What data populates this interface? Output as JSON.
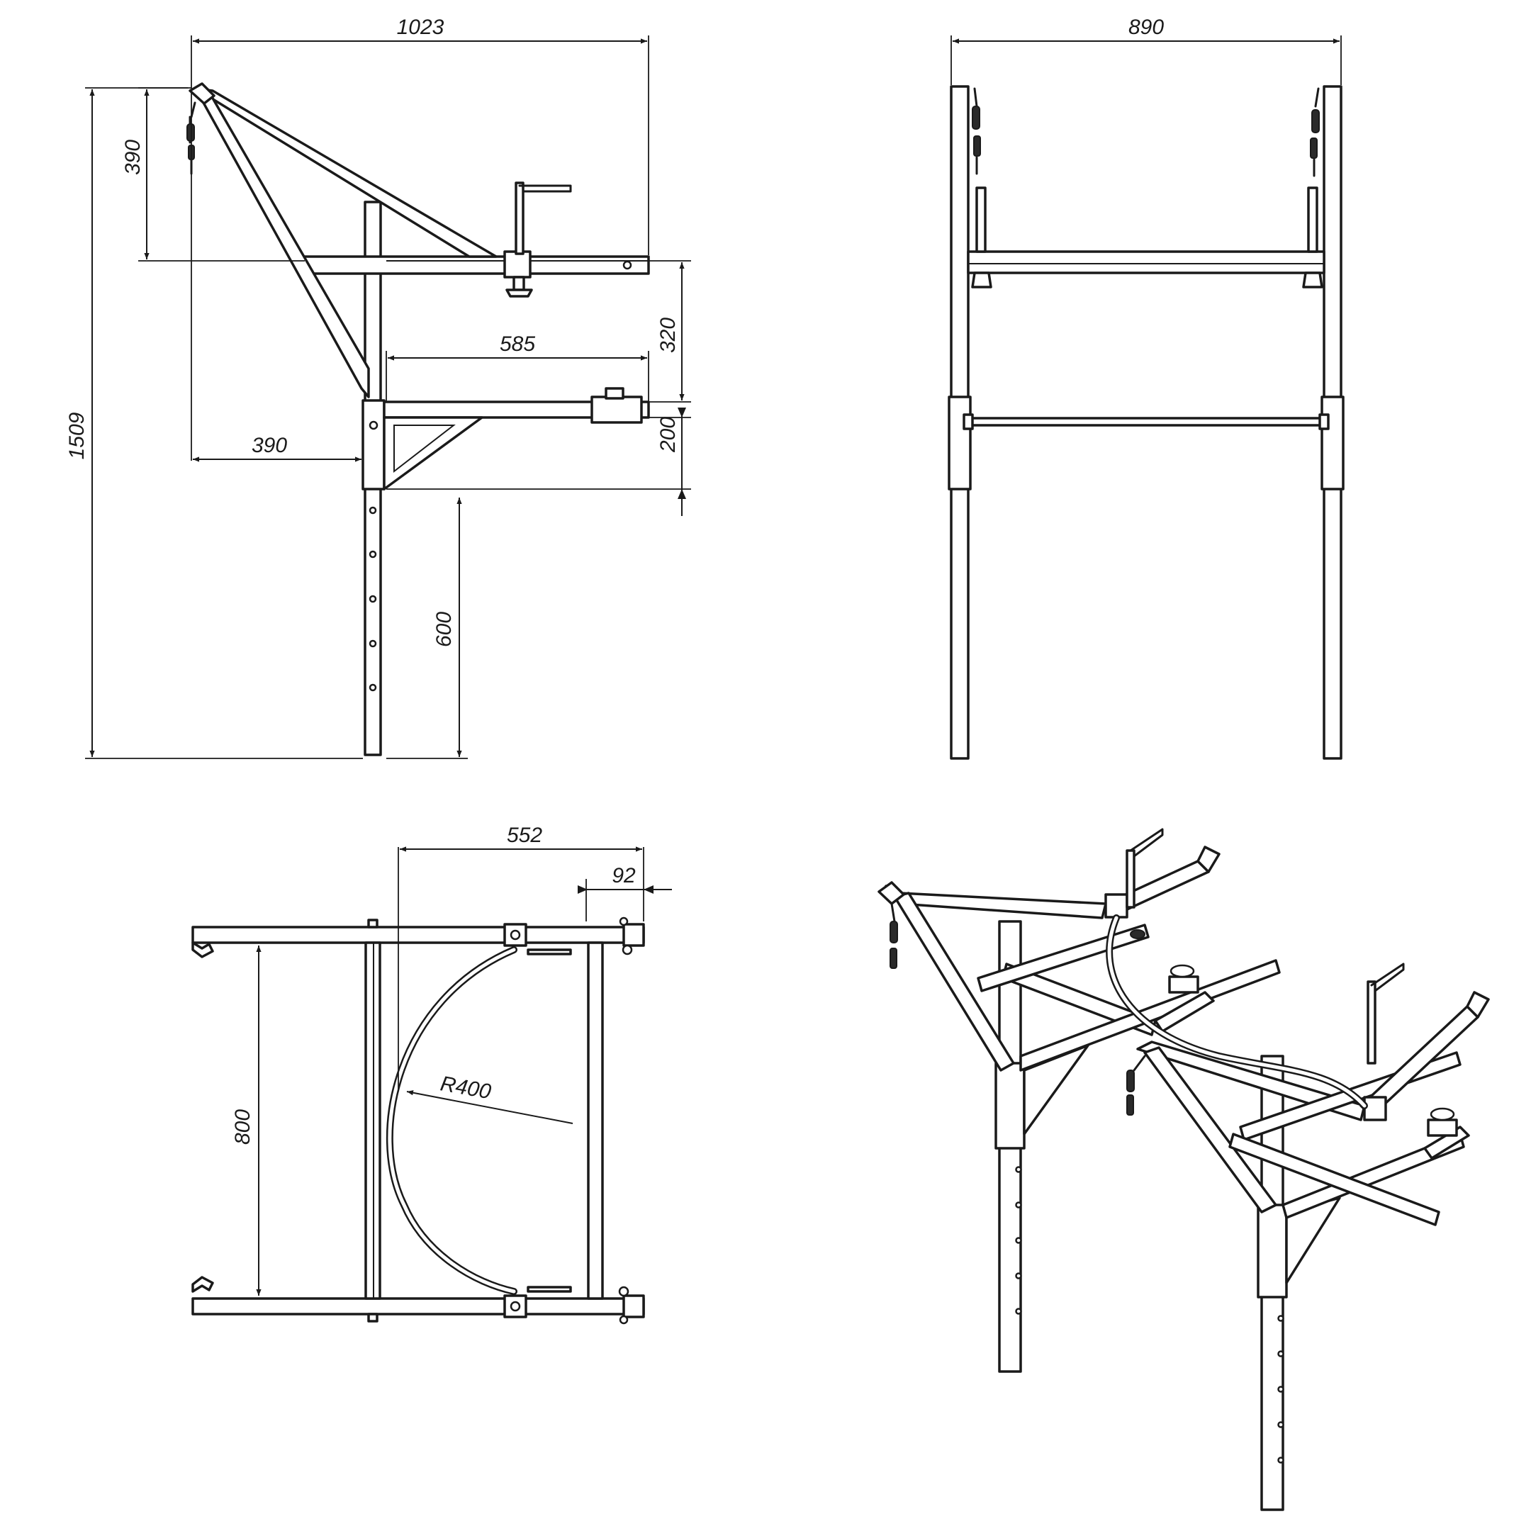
{
  "views": {
    "side": {
      "dims": {
        "overall_width": "1023",
        "top_height": "390",
        "overall_height": "1509",
        "arm_spacing": "320",
        "lower_arm_length": "585",
        "mount_offset": "390",
        "bracket_height": "200",
        "leg_length": "600"
      }
    },
    "front": {
      "dims": {
        "overall_width": "890"
      }
    },
    "top": {
      "dims": {
        "arm_length": "552",
        "end_offset": "92",
        "spacing": "800",
        "radius": "R400"
      }
    },
    "iso": {}
  }
}
